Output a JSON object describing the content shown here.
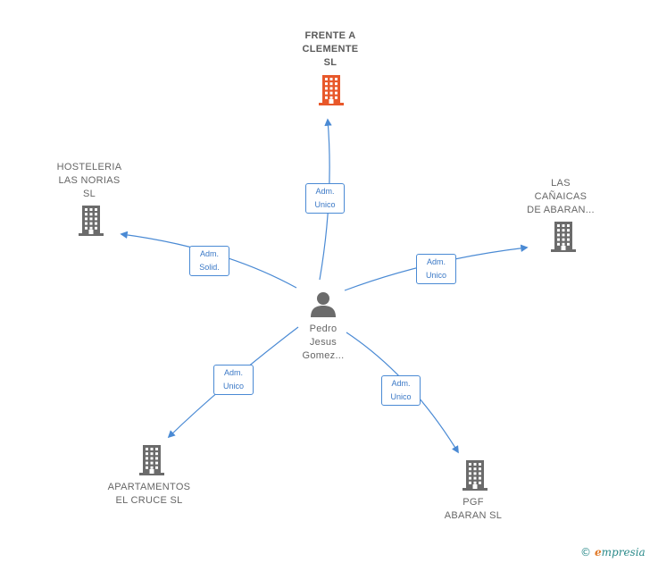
{
  "diagram": {
    "center": {
      "id": "pedro",
      "label": "Pedro\nJesus\nGomez...",
      "icon": "person-icon"
    },
    "nodes": [
      {
        "id": "frente",
        "label": "FRENTE A\nCLEMENTE\nSL",
        "icon": "building-icon",
        "color": "#e8582a",
        "focus": true
      },
      {
        "id": "hosteleria",
        "label": "HOSTELERIA\nLAS NORIAS\nSL",
        "icon": "building-icon",
        "color": "#6b6b6b",
        "focus": false
      },
      {
        "id": "canaicas",
        "label": "LAS\nCAÑAICAS\nDE ABARAN...",
        "icon": "building-icon",
        "color": "#6b6b6b",
        "focus": false
      },
      {
        "id": "apartamentos",
        "label": "APARTAMENTOS\nEL CRUCE  SL",
        "icon": "building-icon",
        "color": "#6b6b6b",
        "focus": false
      },
      {
        "id": "pgf",
        "label": "PGF\nABARAN  SL",
        "icon": "building-icon",
        "color": "#6b6b6b",
        "focus": false
      }
    ],
    "edges": [
      {
        "from": "pedro",
        "to": "frente",
        "label": "Adm.\nUnico"
      },
      {
        "from": "pedro",
        "to": "hosteleria",
        "label": "Adm.\nSolid."
      },
      {
        "from": "pedro",
        "to": "canaicas",
        "label": "Adm.\nUnico"
      },
      {
        "from": "pedro",
        "to": "apartamentos",
        "label": "Adm.\nUnico"
      },
      {
        "from": "pedro",
        "to": "pgf",
        "label": "Adm.\nUnico"
      }
    ],
    "edge_color": "#4a8ad4"
  },
  "brand": {
    "copyright": "©",
    "initial": "e",
    "rest": "mpresia"
  }
}
